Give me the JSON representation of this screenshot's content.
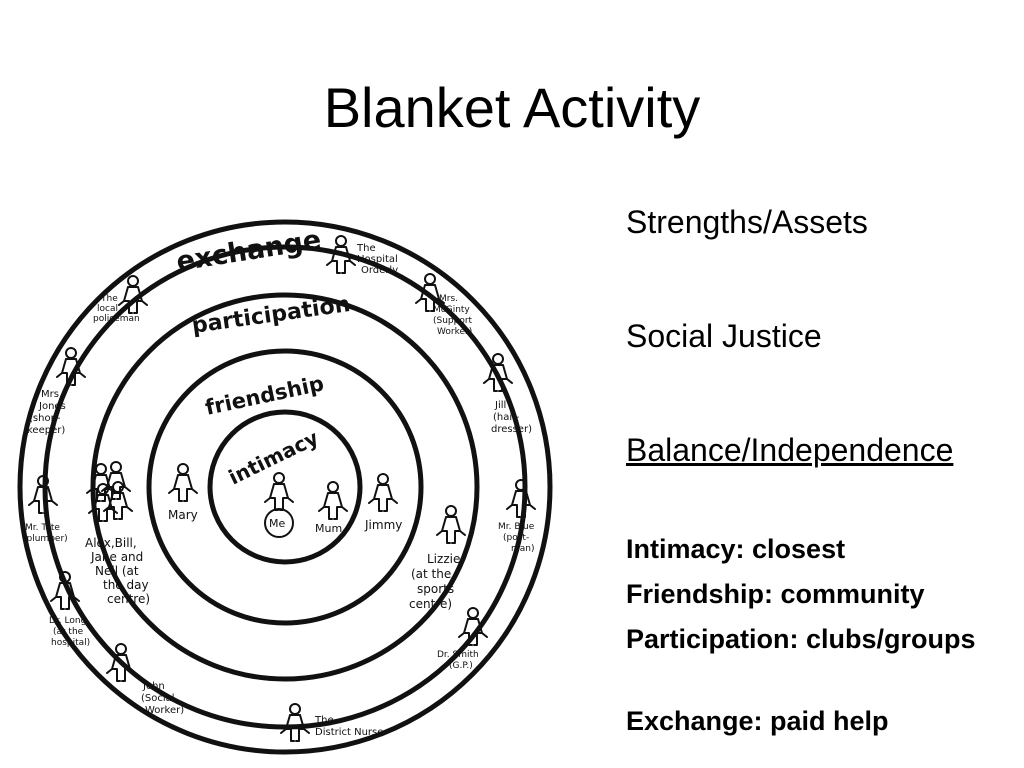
{
  "slide": {
    "title": "Blanket Activity"
  },
  "diagram": {
    "rings": {
      "exchange": "exchange",
      "participation": "participation",
      "friendship": "friendship",
      "intimacy": "intimacy"
    },
    "people": {
      "me": "Me",
      "mum": "Mum",
      "mary": "Mary",
      "jimmy": "Jimmy",
      "lizzie": [
        "Lizzie",
        "(at the",
        "sports",
        "centre)"
      ],
      "group": [
        "Alex,Bill,",
        "Jane and",
        "Nell (at",
        "the day",
        "centre)"
      ],
      "hospital_orderly": [
        "The",
        "Hospital",
        "Orderly"
      ],
      "policeman": [
        "The",
        "local",
        "policeman"
      ],
      "mrs_mcginty": [
        "Mrs.",
        "McGinty",
        "(Support",
        "Worker)"
      ],
      "mrs_jones": [
        "Mrs.",
        "Jones",
        "(shop-",
        "keeper)"
      ],
      "jill": [
        "Jill",
        "(hair-",
        "dresser)"
      ],
      "mr_tate": [
        "Mr. Tate",
        "(plumber)"
      ],
      "mr_blue": [
        "Mr. Blue",
        "(post-",
        "man)"
      ],
      "dr_long": [
        "Dr. Long",
        "(at the",
        "hospital)"
      ],
      "dr_smith": [
        "Dr. Smith",
        "(G.P.)"
      ],
      "john": [
        "John",
        "(Social",
        "Worker)"
      ],
      "district_nurse": [
        "The",
        "District Nurse"
      ]
    }
  },
  "bullets": {
    "strengths": "Strengths/Assets",
    "social_justice": "Social Justice",
    "balance": "Balance/Independence",
    "intimacy": "Intimacy: closest",
    "friendship": "Friendship: community",
    "participation": "Participation: clubs/groups",
    "exchange": "Exchange: paid help"
  }
}
